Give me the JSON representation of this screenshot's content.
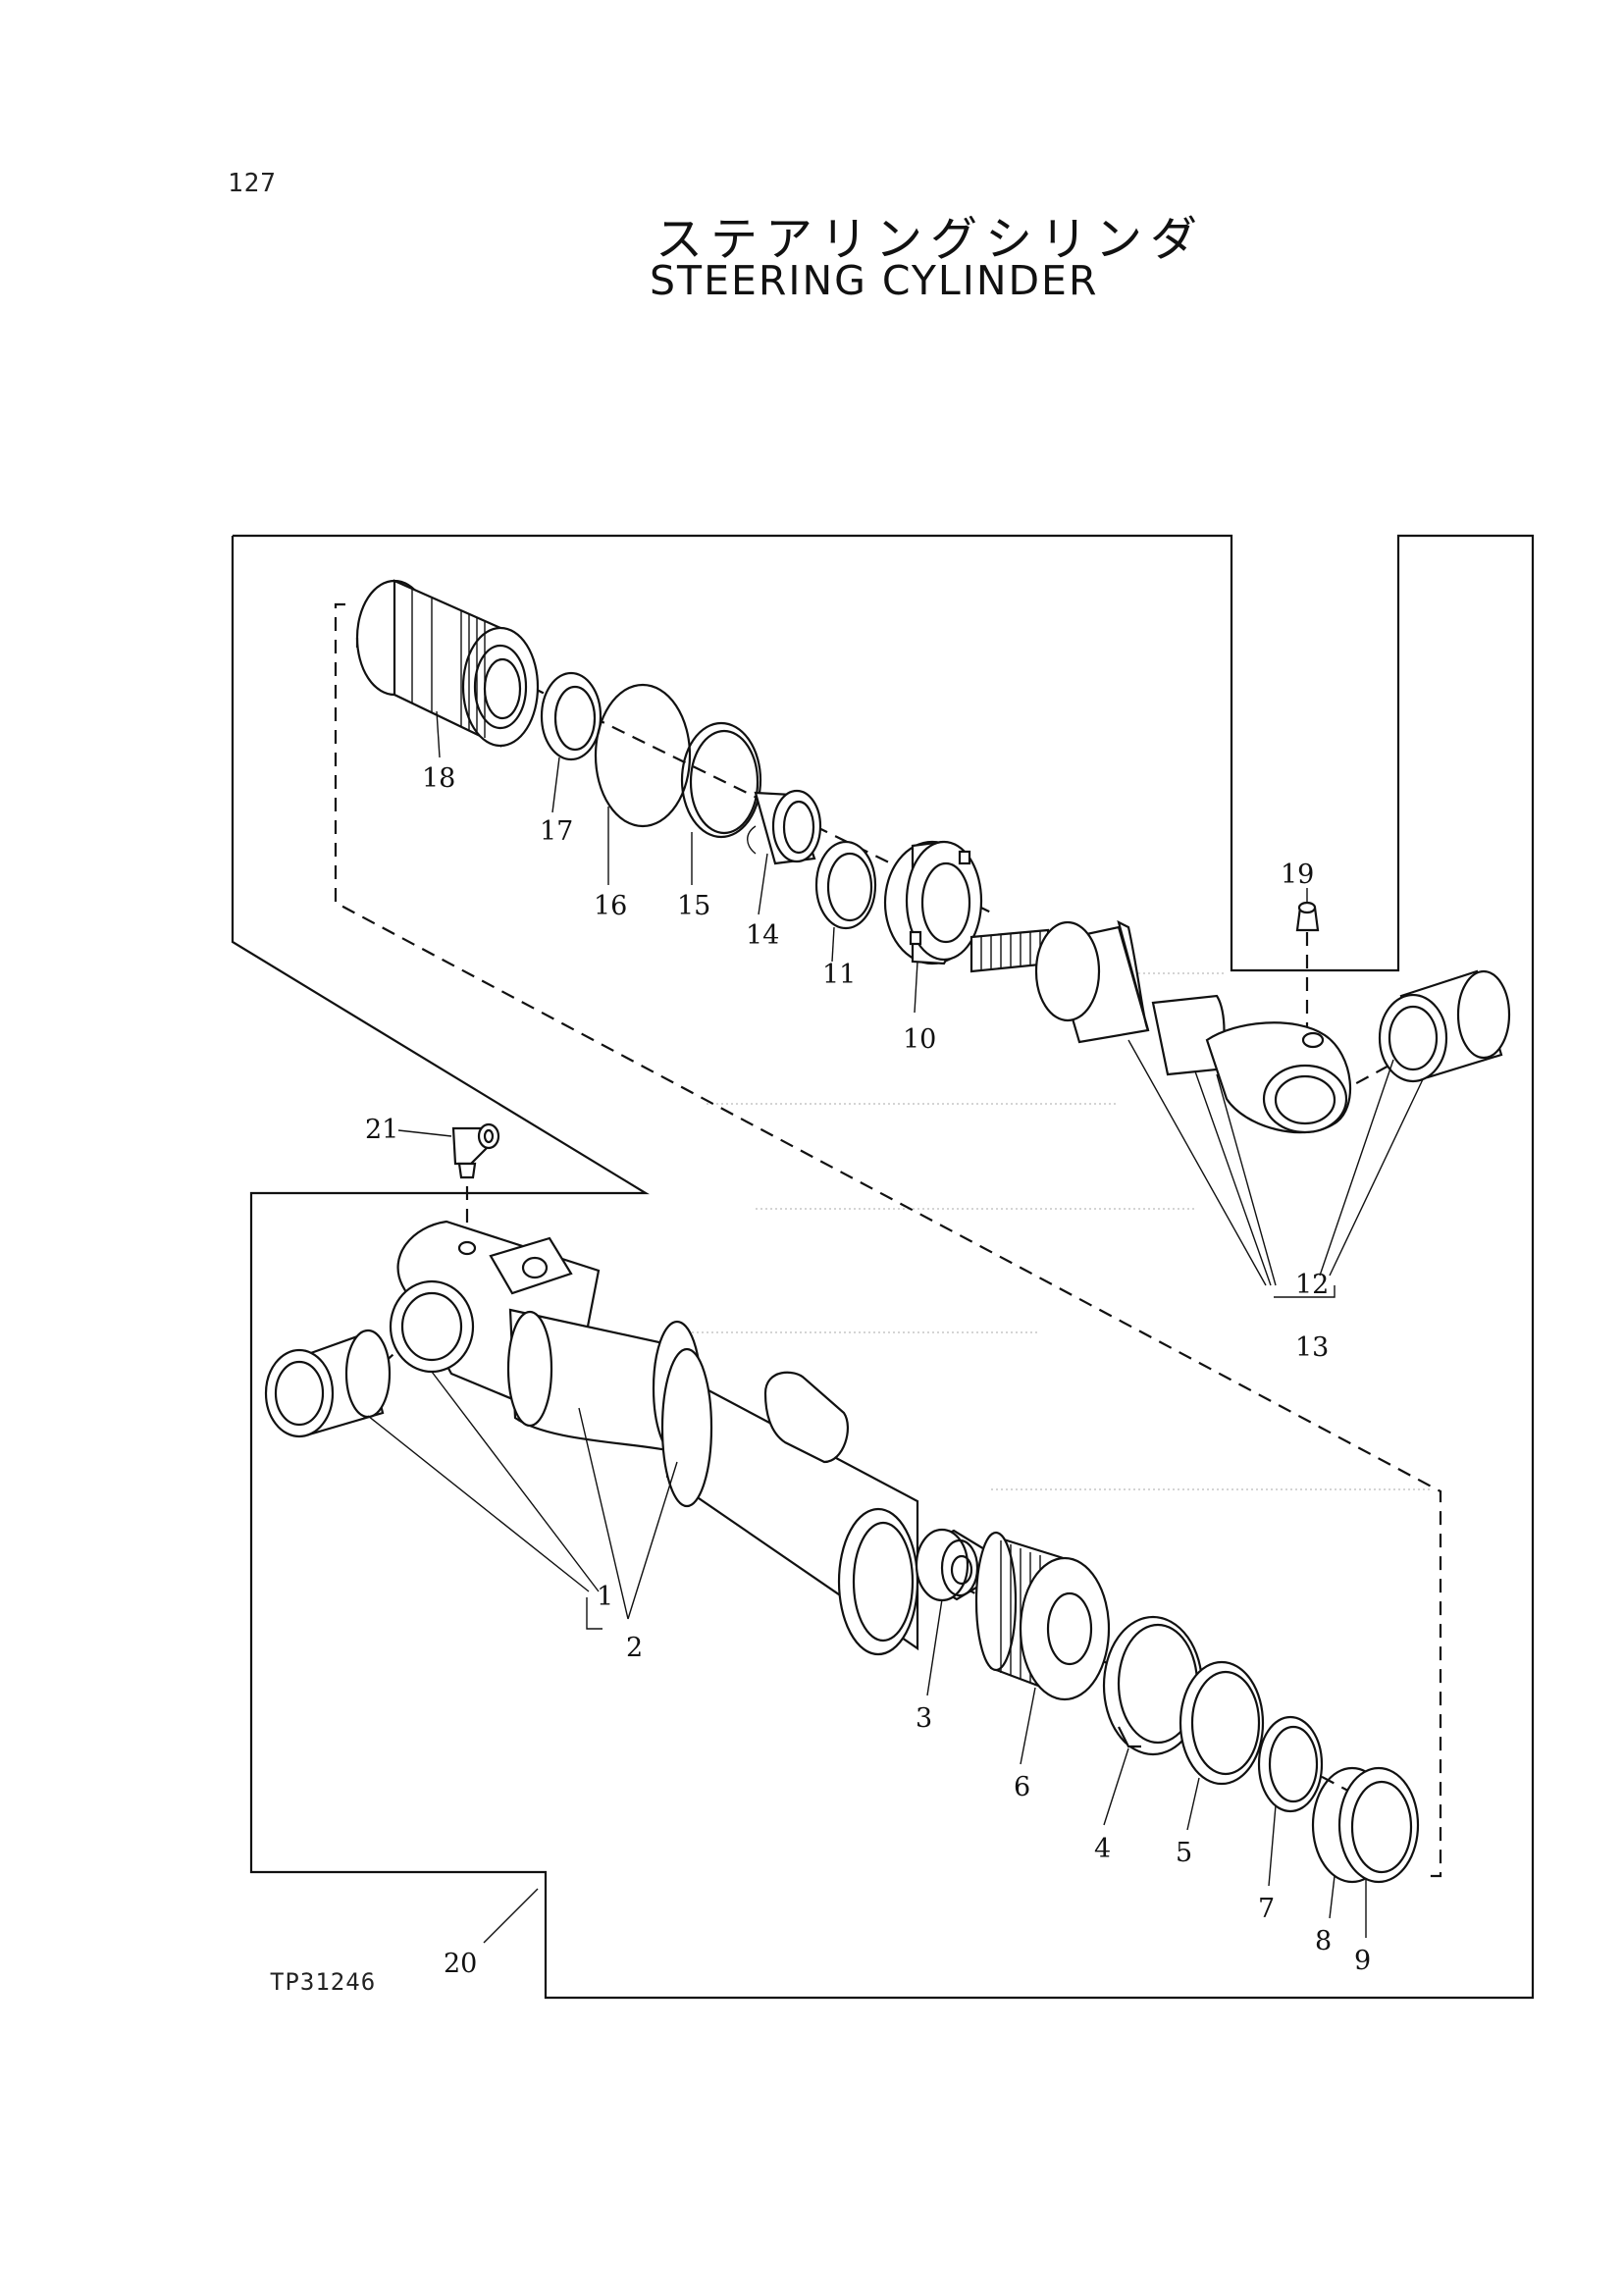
{
  "page_number": "127",
  "title_ja": "ステアリングシリンダ",
  "title_en": "STEERING CYLINDER",
  "drawing_code": "TP31246",
  "callouts": {
    "c1": "1",
    "c2": "2",
    "c3": "3",
    "c4": "4",
    "c5": "5",
    "c6": "6",
    "c7": "7",
    "c8": "8",
    "c9": "9",
    "c10": "10",
    "c11": "11",
    "c12": "12",
    "c13": "13",
    "c14": "14",
    "c15": "15",
    "c16": "16",
    "c17": "17",
    "c18": "18",
    "c19": "19",
    "c20": "20",
    "c21": "21"
  }
}
